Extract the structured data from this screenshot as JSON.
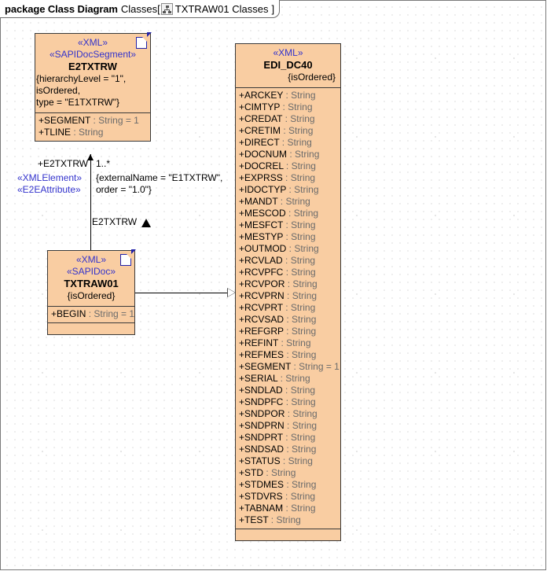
{
  "frame": {
    "keyword": "package Class Diagram",
    "namespace": "Classes",
    "bracket_open": "[",
    "diagram_icon": "hierarchy-icon",
    "diagram_name": "TXTRAW01 Classes",
    "bracket_close": "]"
  },
  "colors": {
    "class_fill": "#F9CDA2",
    "class_border": "#3A3A3A",
    "stereotype_text": "#3333CC",
    "type_text": "#6B6B6B",
    "canvas": "#FFFFFF"
  },
  "classes": [
    {
      "id": "e2txtrw",
      "name": "E2TXTRW",
      "stereotypes": [
        "«XML»",
        "«SAPIDocSegment»"
      ],
      "properties": [
        "{hierarchyLevel = \"1\",",
        "isOrdered,",
        "type = \"E1TXTRW\"}"
      ],
      "attributes": [
        {
          "visibility": "+",
          "name": "SEGMENT",
          "type": " : String = 1"
        },
        {
          "visibility": "+",
          "name": "TLINE",
          "type": " : String"
        }
      ],
      "has_note_icon": true
    },
    {
      "id": "txtraw01",
      "name": "TXTRAW01",
      "stereotypes": [
        "«XML»",
        "«SAPIDoc»"
      ],
      "properties": [
        "{isOrdered}"
      ],
      "attributes": [
        {
          "visibility": "+",
          "name": "BEGIN",
          "type": " : String = 1"
        }
      ],
      "has_note_icon": true
    },
    {
      "id": "edi_dc40",
      "name": "EDI_DC40",
      "stereotypes": [
        "«XML»"
      ],
      "properties": [
        "{isOrdered}"
      ],
      "attributes": [
        {
          "visibility": "+",
          "name": "ARCKEY",
          "type": " : String"
        },
        {
          "visibility": "+",
          "name": "CIMTYP",
          "type": " : String"
        },
        {
          "visibility": "+",
          "name": "CREDAT",
          "type": " : String"
        },
        {
          "visibility": "+",
          "name": "CRETIM",
          "type": " : String"
        },
        {
          "visibility": "+",
          "name": "DIRECT",
          "type": " : String"
        },
        {
          "visibility": "+",
          "name": "DOCNUM",
          "type": " : String"
        },
        {
          "visibility": "+",
          "name": "DOCREL",
          "type": " : String"
        },
        {
          "visibility": "+",
          "name": "EXPRSS",
          "type": " : String"
        },
        {
          "visibility": "+",
          "name": "IDOCTYP",
          "type": " : String"
        },
        {
          "visibility": "+",
          "name": "MANDT",
          "type": " : String"
        },
        {
          "visibility": "+",
          "name": "MESCOD",
          "type": " : String"
        },
        {
          "visibility": "+",
          "name": "MESFCT",
          "type": " : String"
        },
        {
          "visibility": "+",
          "name": "MESTYP",
          "type": " : String"
        },
        {
          "visibility": "+",
          "name": "OUTMOD",
          "type": " : String"
        },
        {
          "visibility": "+",
          "name": "RCVLAD",
          "type": " : String"
        },
        {
          "visibility": "+",
          "name": "RCVPFC",
          "type": " : String"
        },
        {
          "visibility": "+",
          "name": "RCVPOR",
          "type": " : String"
        },
        {
          "visibility": "+",
          "name": "RCVPRN",
          "type": " : String"
        },
        {
          "visibility": "+",
          "name": "RCVPRT",
          "type": " : String"
        },
        {
          "visibility": "+",
          "name": "RCVSAD",
          "type": " : String"
        },
        {
          "visibility": "+",
          "name": "REFGRP",
          "type": " : String"
        },
        {
          "visibility": "+",
          "name": "REFINT",
          "type": " : String"
        },
        {
          "visibility": "+",
          "name": "REFMES",
          "type": " : String"
        },
        {
          "visibility": "+",
          "name": "SEGMENT",
          "type": " : String = 1"
        },
        {
          "visibility": "+",
          "name": "SERIAL",
          "type": " : String"
        },
        {
          "visibility": "+",
          "name": "SNDLAD",
          "type": " : String"
        },
        {
          "visibility": "+",
          "name": "SNDPFC",
          "type": " : String"
        },
        {
          "visibility": "+",
          "name": "SNDPOR",
          "type": " : String"
        },
        {
          "visibility": "+",
          "name": "SNDPRN",
          "type": " : String"
        },
        {
          "visibility": "+",
          "name": "SNDPRT",
          "type": " : String"
        },
        {
          "visibility": "+",
          "name": "SNDSAD",
          "type": " : String"
        },
        {
          "visibility": "+",
          "name": "STATUS",
          "type": " : String"
        },
        {
          "visibility": "+",
          "name": "STD",
          "type": " : String"
        },
        {
          "visibility": "+",
          "name": "STDMES",
          "type": " : String"
        },
        {
          "visibility": "+",
          "name": "STDVRS",
          "type": " : String"
        },
        {
          "visibility": "+",
          "name": "TABNAM",
          "type": " : String"
        },
        {
          "visibility": "+",
          "name": "TEST",
          "type": " : String"
        }
      ],
      "has_note_icon": false
    }
  ],
  "associations": {
    "txtraw01_to_e2txtrw": {
      "target_role": "+E2TXTRW",
      "multiplicity": "1..*",
      "stereotype_1": "«XMLElement»",
      "stereotype_2": "«E2EAttribute»",
      "constraint_line_1": "{externalName = \"E1TXTRW\",",
      "constraint_line_2": "order = \"1.0\"}",
      "source_label": "E2TXTRW"
    }
  }
}
